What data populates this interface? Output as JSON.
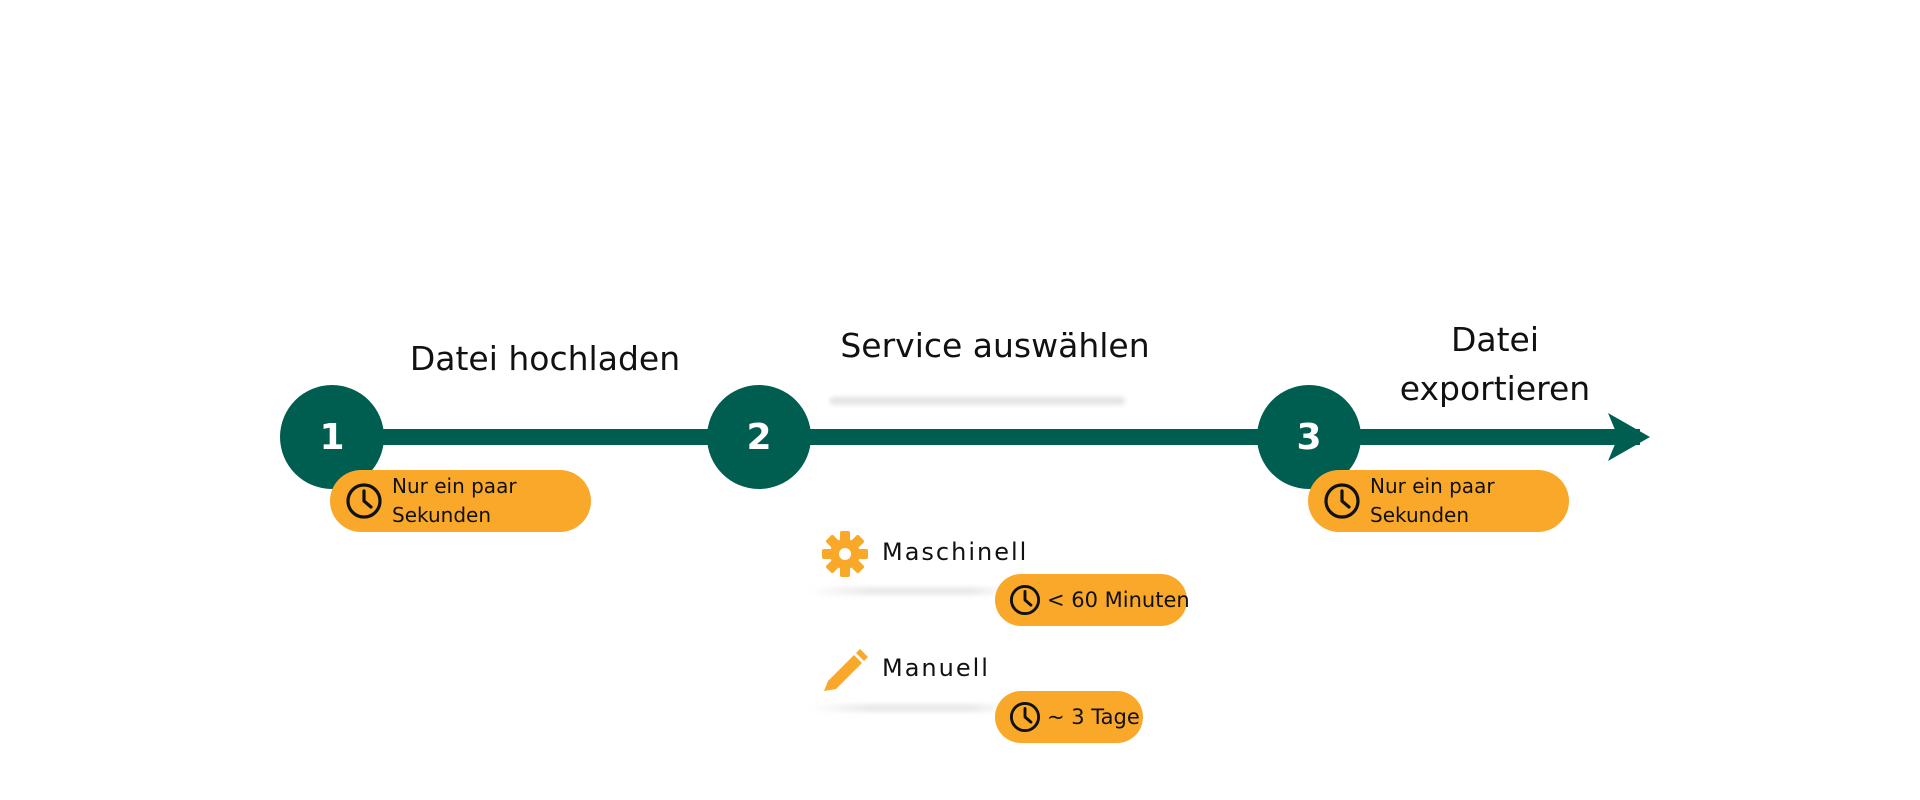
{
  "steps": [
    {
      "number": "1",
      "title": "Datei hochladen",
      "duration": "Nur ein paar Sekunden"
    },
    {
      "number": "2",
      "title": "Service auswählen"
    },
    {
      "number": "3",
      "title": "Datei exportieren",
      "duration": "Nur ein paar Sekunden"
    }
  ],
  "service_options": [
    {
      "label": "Maschinell",
      "icon": "gear-icon",
      "duration": "< 60 Minuten"
    },
    {
      "label": "Manuell",
      "icon": "pencil-icon",
      "duration": "~ 3 Tage"
    }
  ],
  "colors": {
    "primary": "#005e50",
    "accent": "#f9a82a",
    "text": "#111111",
    "background": "#ffffff"
  }
}
